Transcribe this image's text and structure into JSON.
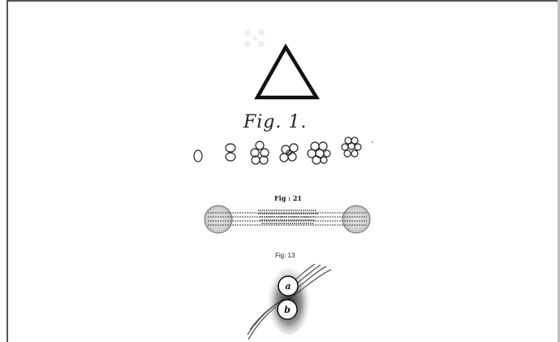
{
  "figures": {
    "fig1_caption": "Fig. 1.",
    "fig21_caption": "Fig : 21",
    "fig13_caption": "Fig: 13",
    "fig13_label_a": "a",
    "fig13_label_b": "b"
  }
}
